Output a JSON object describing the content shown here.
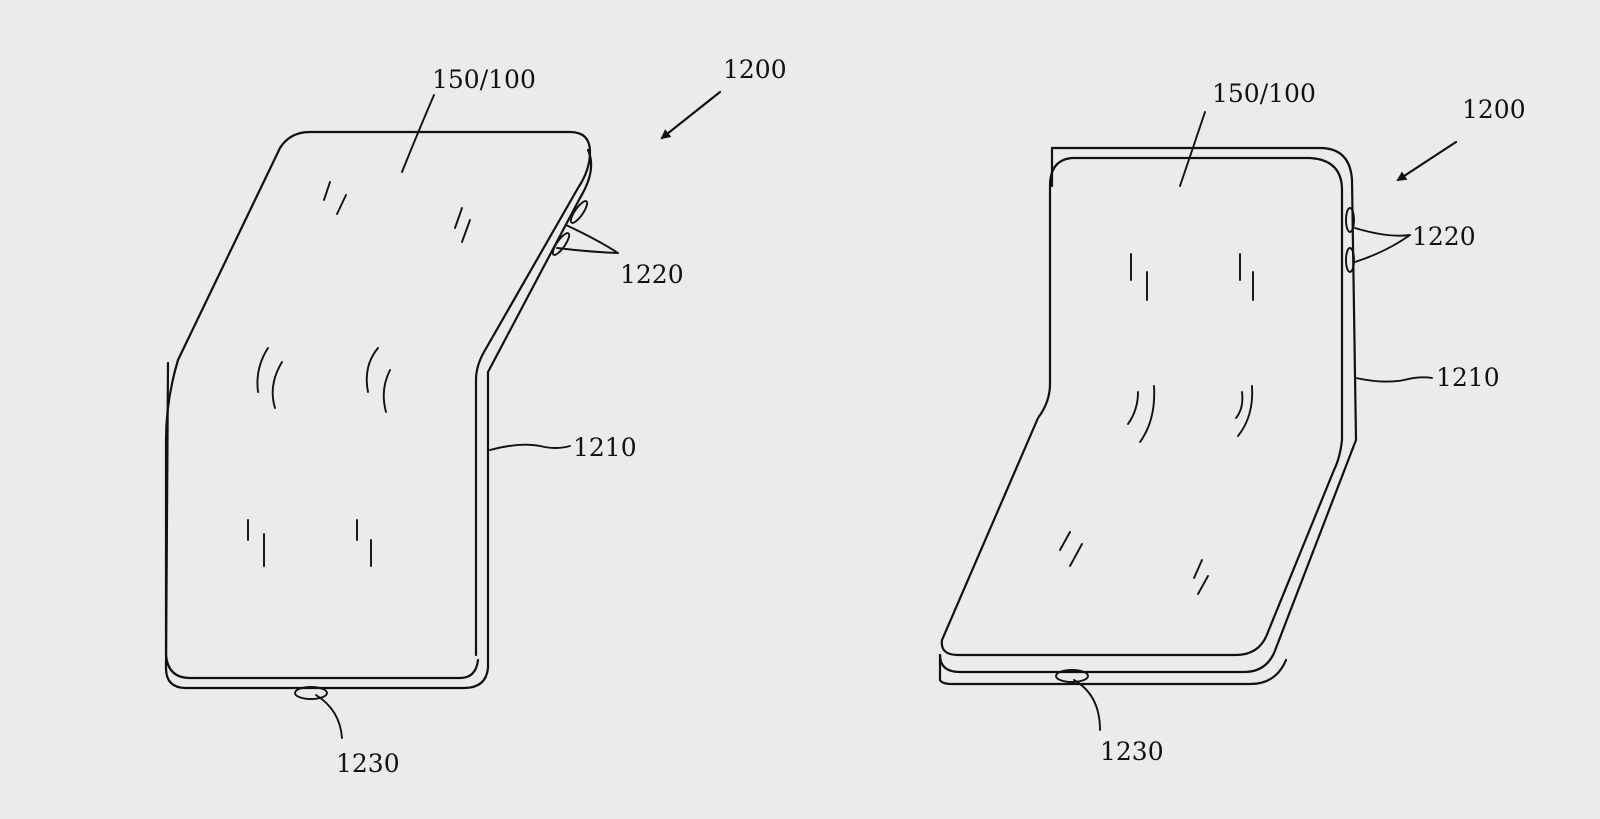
{
  "figure": {
    "left_view": {
      "device_label": "150/100",
      "assembly_label": "1200",
      "buttons_label": "1220",
      "housing_label": "1210",
      "port_label": "1230"
    },
    "right_view": {
      "device_label": "150/100",
      "assembly_label": "1200",
      "buttons_label": "1220",
      "housing_label": "1210",
      "port_label": "1230"
    }
  }
}
